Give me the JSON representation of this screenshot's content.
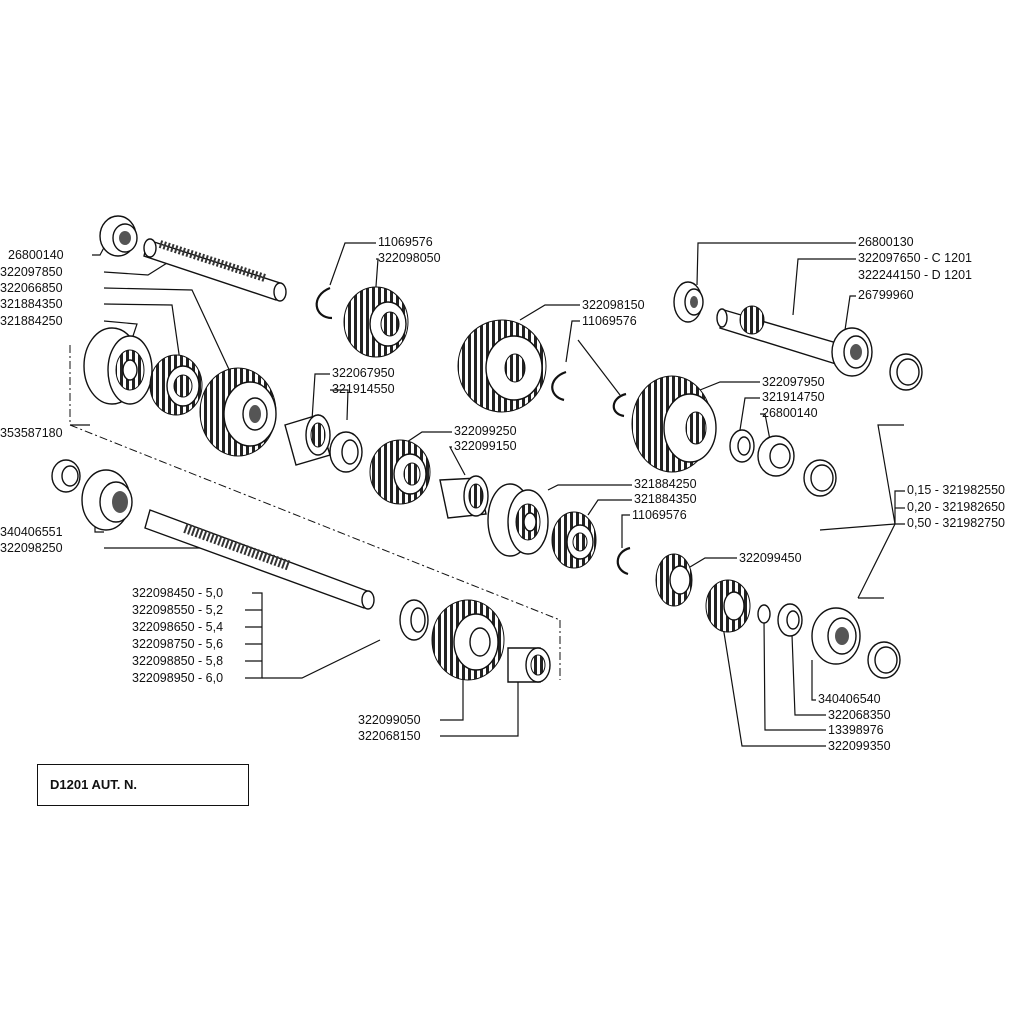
{
  "caption": "D1201   AUT. N.",
  "parts": {
    "p26800140a": "26800140",
    "p322097850": "322097850",
    "p322066850": "322066850",
    "p321884350a": "321884350",
    "p321884250a": "321884250",
    "p353587180": "353587180",
    "p340406551": "340406551",
    "p322098250": "322098250",
    "p11069576a": "11069576",
    "p322098050": "322098050",
    "p322067950": "322067950",
    "p321914550": "321914550",
    "p322099250": "322099250",
    "p322099150": "322099150",
    "p322098150": "322098150",
    "p11069576b": "11069576",
    "p26800130": "26800130",
    "p322097650": "322097650 - C 1201",
    "p322244150": "322244150 - D 1201",
    "p26799960": "26799960",
    "p322097950": "322097950",
    "p321914750": "321914750",
    "p26800140b": "26800140",
    "p321884250b": "321884250",
    "p321884350b": "321884350",
    "p11069576c": "11069576",
    "p322099450": "322099450",
    "p340406540": "340406540",
    "p322068350": "322068350",
    "p13398976": "13398976",
    "p322099350": "322099350",
    "p322099050": "322099050",
    "p322068150": "322068150"
  },
  "shims_left": [
    "322098450  - 5,0",
    "322098550  - 5,2",
    "322098650  - 5,4",
    "322098750  - 5,6",
    "322098850  - 5,8",
    "322098950  - 6,0"
  ],
  "shims_right": [
    "0,15 - 321982550",
    "0,20 - 321982650",
    "0,50 - 321982750"
  ]
}
